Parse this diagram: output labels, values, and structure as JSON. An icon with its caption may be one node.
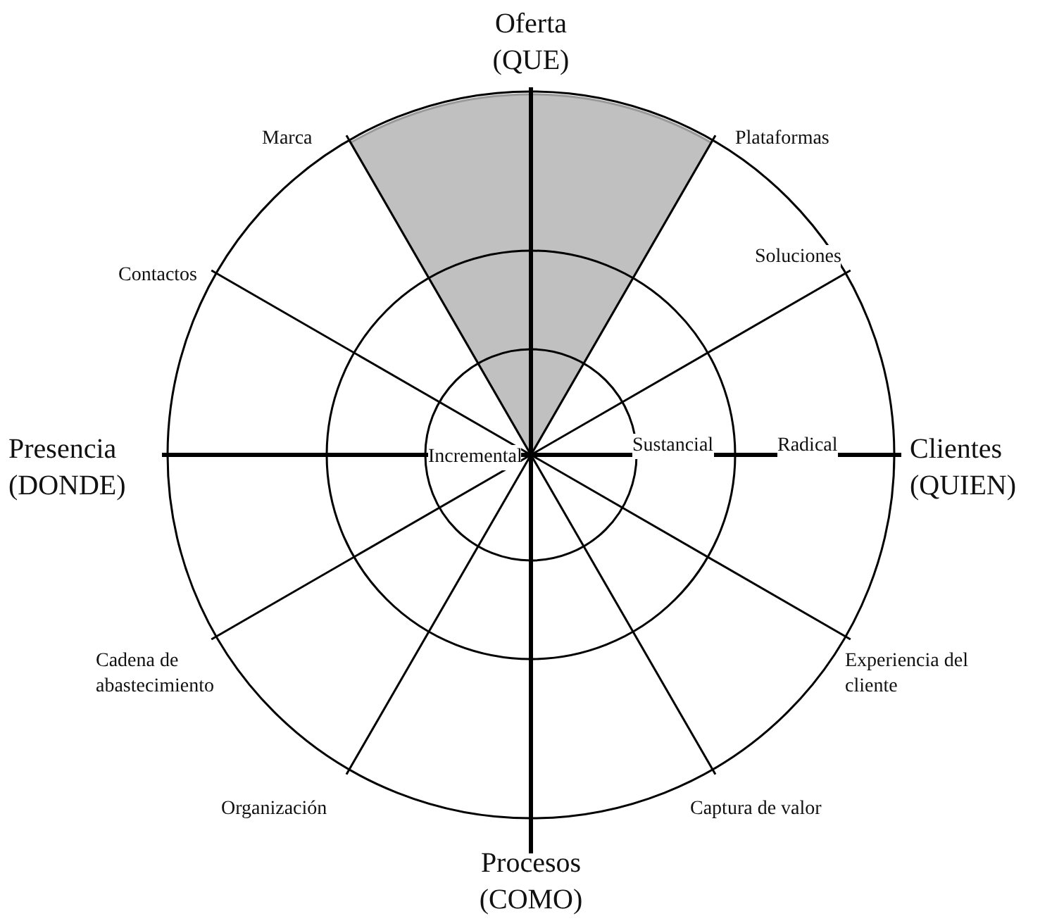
{
  "diagram": {
    "labels": [
      "Oferta (QUE)",
      "Marca",
      "Plataformas",
      "Contactos",
      "Soluciones",
      "Presencia (DONDE)",
      "Incremental",
      "Sustancial",
      "Radical",
      "Clientes (QUIEN)",
      "Cadena de abastecimiento",
      "Experiencia del cliente",
      "Organización",
      "Captura de valor",
      "Procesos (COMO)"
    ]
  }
}
